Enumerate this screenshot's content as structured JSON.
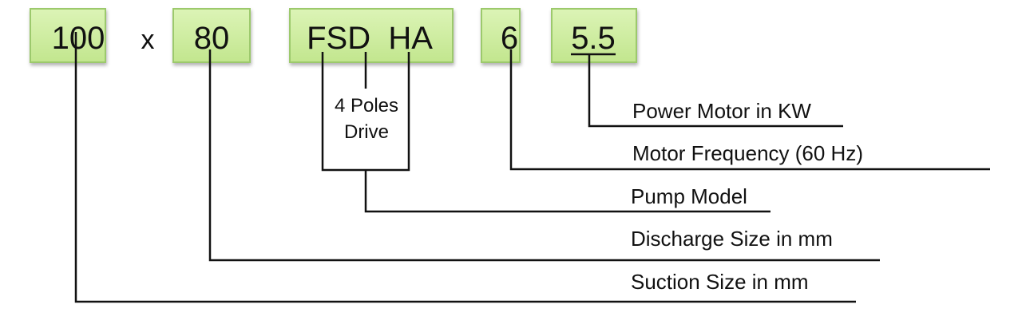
{
  "codes": {
    "suction": "100",
    "separator": "x",
    "discharge": "80",
    "model": "FSD  HA",
    "frequency": "6",
    "power": "5.5"
  },
  "annotations": {
    "poles_line1": "4 Poles",
    "poles_line2": "Drive"
  },
  "labels": {
    "power": "Power Motor in KW",
    "frequency": "Motor Frequency (60 Hz)",
    "model": "Pump Model",
    "discharge": "Discharge Size in mm",
    "suction": "Suction Size in mm"
  },
  "colors": {
    "box_fill_top": "#daf3b3",
    "box_fill_bottom": "#c2e68e",
    "box_border": "#9cc96c"
  }
}
